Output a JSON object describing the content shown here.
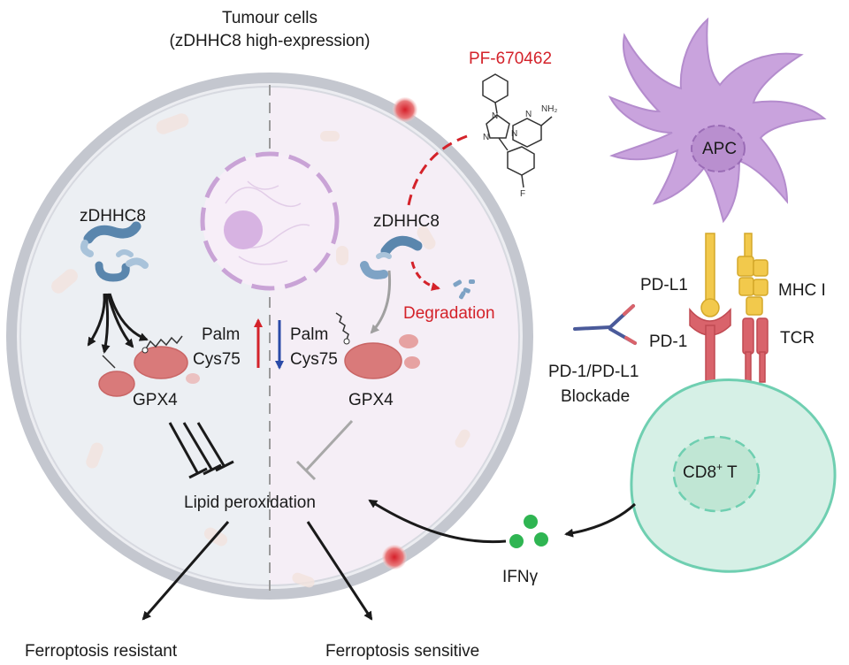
{
  "title": {
    "line1": "Tumour cells",
    "line2": "(zDHHC8 high-expression)"
  },
  "left": {
    "enzyme": "zDHHC8",
    "palm": "Palm",
    "cys": "Cys75",
    "protein": "GPX4",
    "lipid": "Lipid peroxidation",
    "outcome_left": "Ferroptosis resistant",
    "outcome_right": "Ferroptosis sensitive"
  },
  "right_cell": {
    "enzyme": "zDHHC8",
    "degradation": "Degradation",
    "palm": "Palm",
    "cys": "Cys75",
    "protein": "GPX4"
  },
  "drug": {
    "name": "PF-670462",
    "nh2": "NH₂",
    "n1": "N",
    "n2": "N",
    "n3": "N",
    "n4": "N",
    "f": "F"
  },
  "immune": {
    "apc": "APC",
    "pdl1": "PD-L1",
    "mhc": "MHC I",
    "pd1": "PD-1",
    "tcr": "TCR",
    "blockade_line1": "PD-1/PD-L1",
    "blockade_line2": "Blockade",
    "tcell_main": "CD8",
    "tcell_sup": "+",
    "tcell_end": " T",
    "ifn": "IFNγ"
  },
  "colors": {
    "cell_membrane": "#b9bcc6",
    "cytoplasm_left": "#eceff3",
    "cytoplasm_right": "#f6eff7",
    "nucleus": "#c9a3d6",
    "zdhhc8": "#5a86ad",
    "gpx4": "#d97a7a",
    "degradation_red": "#d4222a",
    "apc": "#c8a2dc",
    "tcell": "#d3efe3",
    "tcell_border": "#6fcfb1",
    "ifn": "#2fb552"
  }
}
